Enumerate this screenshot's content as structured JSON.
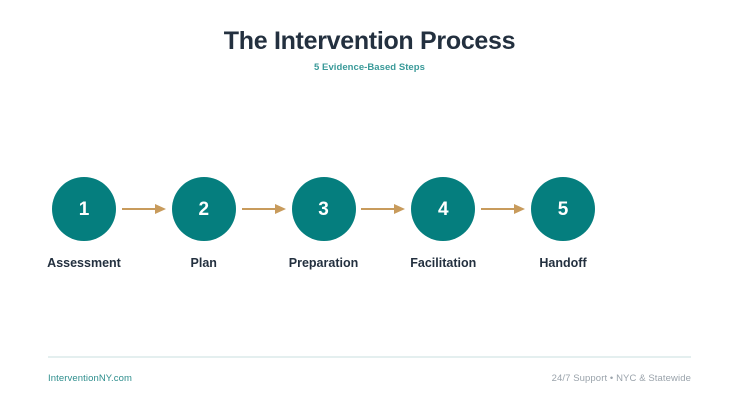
{
  "header": {
    "title": "The Intervention Process",
    "subtitle": "5 Evidence-Based Steps"
  },
  "process": {
    "steps": [
      {
        "number": "1",
        "label": "Assessment"
      },
      {
        "number": "2",
        "label": "Plan"
      },
      {
        "number": "3",
        "label": "Preparation"
      },
      {
        "number": "4",
        "label": "Facilitation"
      },
      {
        "number": "5",
        "label": "Handoff"
      }
    ],
    "connector_icon": "arrow-right-icon"
  },
  "footer": {
    "website": "InterventionNY.com",
    "tagline": "24/7 Support • NYC & Statewide"
  },
  "colors": {
    "background": "#ffffff",
    "title": "#23303f",
    "subtitle": "#3a9a99",
    "circle": "#057e7e",
    "circle_number": "#ffffff",
    "step_label": "#23303f",
    "arrow": "#c89b5c",
    "divider": "#e4efef",
    "footer_link": "#2e8e8d",
    "footer_text": "#9aa3ab"
  }
}
